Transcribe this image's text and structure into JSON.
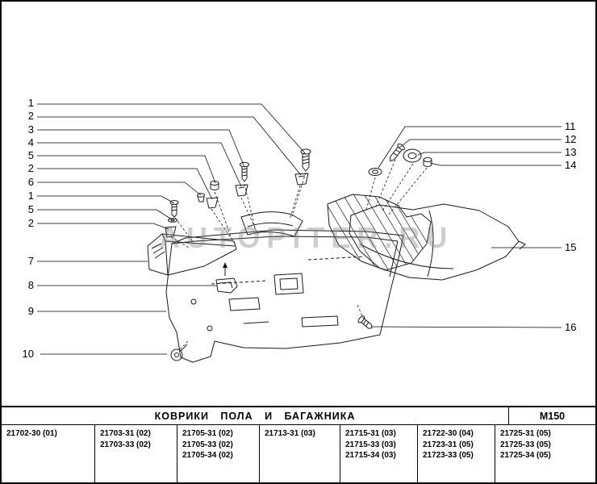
{
  "watermark": "AUTOPITER.RU",
  "title_bar": {
    "title": "КОВРИКИ ПОЛА И БАГАЖНИКА",
    "code": "М150"
  },
  "callouts_left": [
    "1",
    "2",
    "3",
    "4",
    "5",
    "2",
    "6",
    "1",
    "5",
    "2",
    "7",
    "8",
    "9",
    "10"
  ],
  "callouts_right": [
    "11",
    "12",
    "13",
    "14",
    "15",
    "16"
  ],
  "table": {
    "columns": [
      [
        "21702-30 (01)"
      ],
      [
        "21703-31 (02)",
        "21703-33 (02)"
      ],
      [
        "21705-31 (02)",
        "21705-33 (02)",
        "21705-34 (02)"
      ],
      [
        "21713-31 (03)"
      ],
      [
        "21715-31 (03)",
        "21715-33 (03)",
        "21715-34 (03)"
      ],
      [
        "21722-30 (04)",
        "21723-31 (05)",
        "21723-33 (05)"
      ],
      [
        "21725-31 (05)",
        "21725-33 (05)",
        "21725-34 (05)"
      ]
    ]
  }
}
